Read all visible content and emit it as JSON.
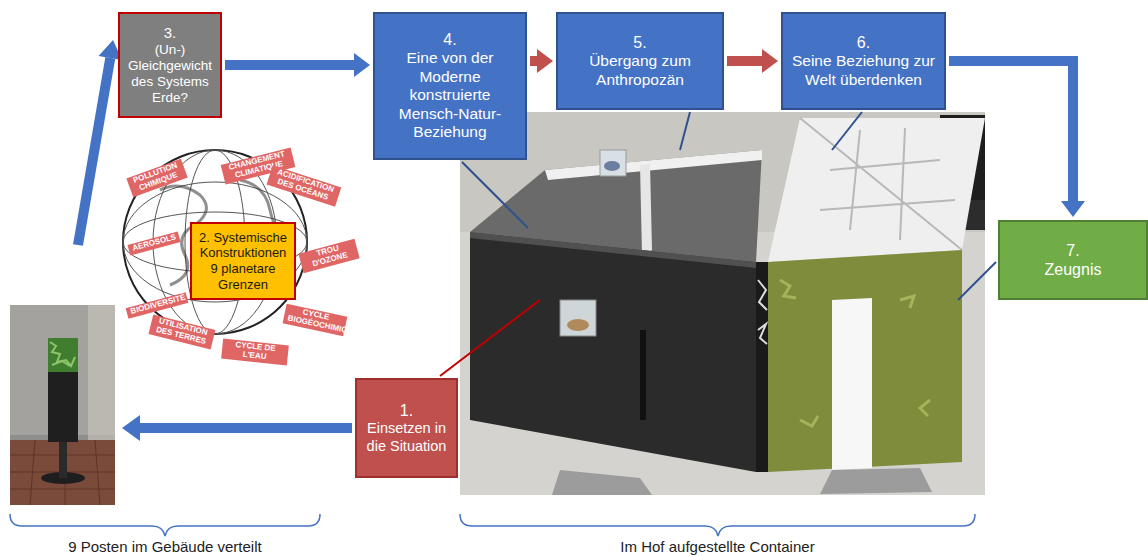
{
  "diagram": {
    "nodes": [
      {
        "text": [
          "1.",
          "Einsetzen in die Situation"
        ]
      },
      {
        "text": [
          "2. Systemische Konstruktionen 9 planetare Grenzen"
        ]
      },
      {
        "text": [
          "3.",
          "(Un-) Gleichgewicht des Systems Erde?"
        ]
      },
      {
        "text": [
          "4.",
          "Eine von der Moderne konstruierte Mensch-Natur-Beziehung"
        ]
      },
      {
        "text": [
          "5.",
          "Übergang zum Anthropozän"
        ]
      },
      {
        "text": [
          "6.",
          "Seine Beziehung zur Welt überdenken"
        ]
      },
      {
        "text": [
          "7.",
          "Zeugnis"
        ]
      }
    ],
    "edges": [
      {
        "from": 2,
        "to": 3,
        "arrow": "to"
      },
      {
        "from": 3,
        "to": 4,
        "arrow": "to"
      },
      {
        "from": 4,
        "to": 5,
        "arrow": "to"
      },
      {
        "from": 5,
        "to": 6,
        "arrow": "to"
      }
    ],
    "labels": [
      "9 Posten im Gebäude verteilt",
      "Im Hof aufgestellte Container",
      "POLLUTION CHIMIQUE",
      "CHANGEMENT CLIMATIQUE",
      "ACIDIFICATION DES OCÉANS",
      "AEROSOLS",
      "TROU D'OZONE",
      "BIODIVERSITÉ",
      "CYCLE BIOGÉOCHIMIQUE",
      "UTILISATION DES TERRES",
      "CYCLE DE L'EAU"
    ]
  }
}
